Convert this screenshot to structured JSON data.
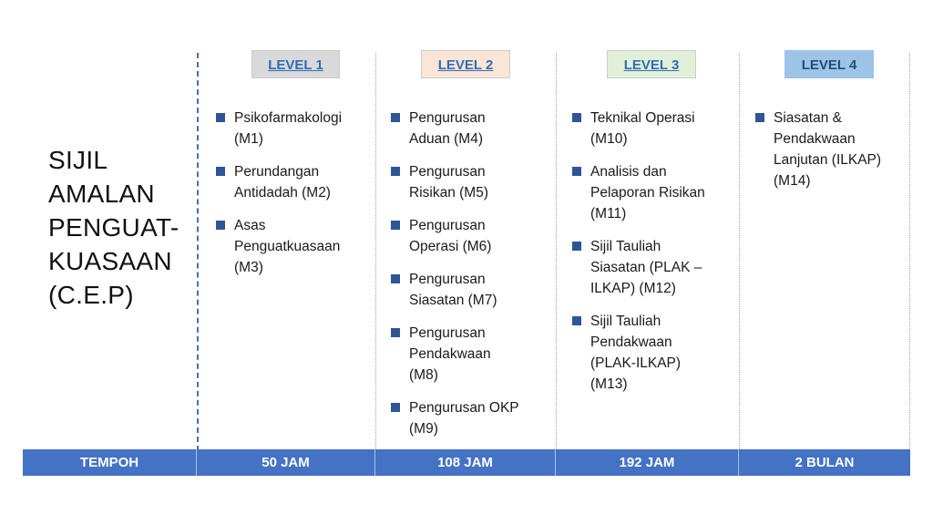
{
  "title": {
    "text": "SIJIL\nAMALAN\nPENGUAT-\nKUASAAN\n(C.E.P)"
  },
  "levels": [
    {
      "label": "LEVEL 1",
      "badge_color": "#d9d9d9",
      "modules": [
        "Psikofarmakologi\n(M1)",
        "Perundangan\nAntidadah (M2)",
        "Asas\nPenguatkuasaan\n(M3)"
      ]
    },
    {
      "label": "LEVEL 2",
      "badge_color": "#fbe5d6",
      "modules": [
        "Pengurusan\nAduan (M4)",
        "Pengurusan\nRisikan (M5)",
        "Pengurusan\nOperasi (M6)",
        "Pengurusan\nSiasatan (M7)",
        "Pengurusan\nPendakwaan\n(M8)",
        "Pengurusan OKP\n(M9)"
      ]
    },
    {
      "label": "LEVEL 3",
      "badge_color": "#e2f0d9",
      "modules": [
        "Teknikal Operasi\n(M10)",
        "Analisis dan\nPelaporan Risikan\n(M11)",
        "Sijil Tauliah\nSiasatan (PLAK –\nILKAP) (M12)",
        "Sijil Tauliah\nPendakwaan\n(PLAK-ILKAP)\n(M13)"
      ]
    },
    {
      "label": "LEVEL 4",
      "badge_color": "#9dc3e6",
      "modules": [
        "Siasatan &\nPendakwaan\nLanjutan (ILKAP)\n(M14)"
      ]
    }
  ],
  "duration_bar": {
    "header": "TEMPOH",
    "values": [
      "50 JAM",
      "108 JAM",
      "192 JAM",
      "2 BULAN"
    ],
    "color": "#4472c4"
  },
  "colors": {
    "bullet": "#2f5597",
    "link_text": "#2e6db4"
  }
}
